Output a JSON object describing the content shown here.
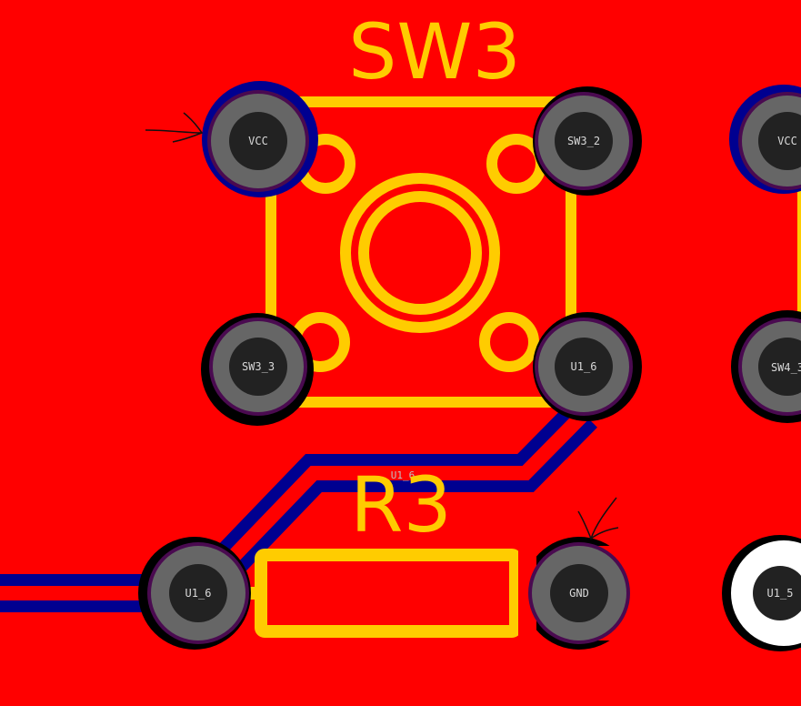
{
  "colors": {
    "copper_top": "#ff0000",
    "copper_bottom": "#000090",
    "silkscreen": "#ffcc00",
    "pad_ring": "#666666",
    "drill": "#222222",
    "selected_ring": "#ffffff"
  },
  "components": {
    "sw3": {
      "designator": "SW3"
    },
    "r3": {
      "designator": "R3"
    }
  },
  "pads": [
    {
      "label": "VCC"
    },
    {
      "label": "SW3_2"
    },
    {
      "label": "SW3_3"
    },
    {
      "label": "U1_6"
    },
    {
      "label": "VCC"
    },
    {
      "label": "SW4_3"
    },
    {
      "label": "U1_6"
    },
    {
      "label": "GND"
    },
    {
      "label": "U1_5"
    }
  ],
  "traces": [
    {
      "net": "U1_6"
    }
  ]
}
